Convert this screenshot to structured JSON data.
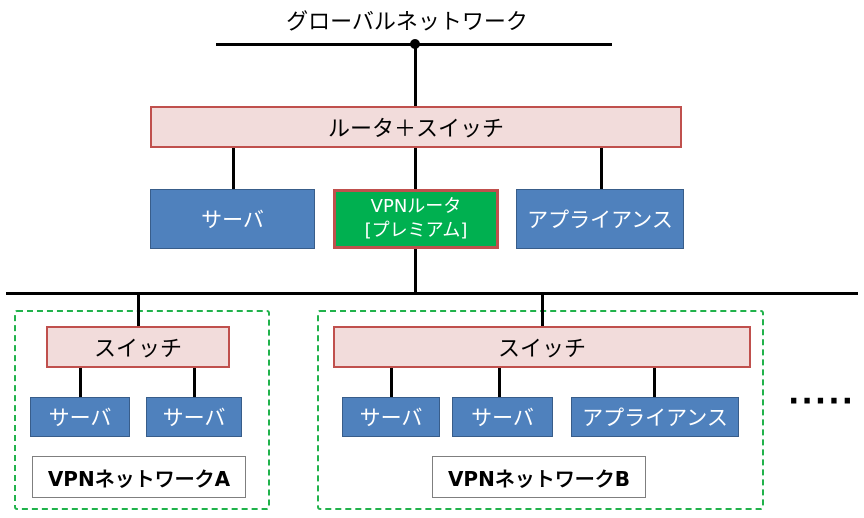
{
  "global_network_label": "グローバルネットワーク",
  "router_switch_label": "ルータ＋スイッチ",
  "top_row": {
    "server": "サーバ",
    "vpn_router_line1": "VPNルータ",
    "vpn_router_line2": "[プレミアム]",
    "appliance": "アプライアンス"
  },
  "network_a": {
    "switch": "スイッチ",
    "servers": [
      "サーバ",
      "サーバ"
    ],
    "label": "VPNネットワークA"
  },
  "network_b": {
    "switch": "スイッチ",
    "servers": [
      "サーバ",
      "サーバ"
    ],
    "appliance": "アプライアンス",
    "label": "VPNネットワークB"
  },
  "ellipsis": "·····",
  "colors": {
    "pink_fill": "#f2dcdb",
    "pink_border": "#c0504d",
    "blue_fill": "#4f81bd",
    "green_fill": "#00b050",
    "dash_green": "#21b24b"
  }
}
